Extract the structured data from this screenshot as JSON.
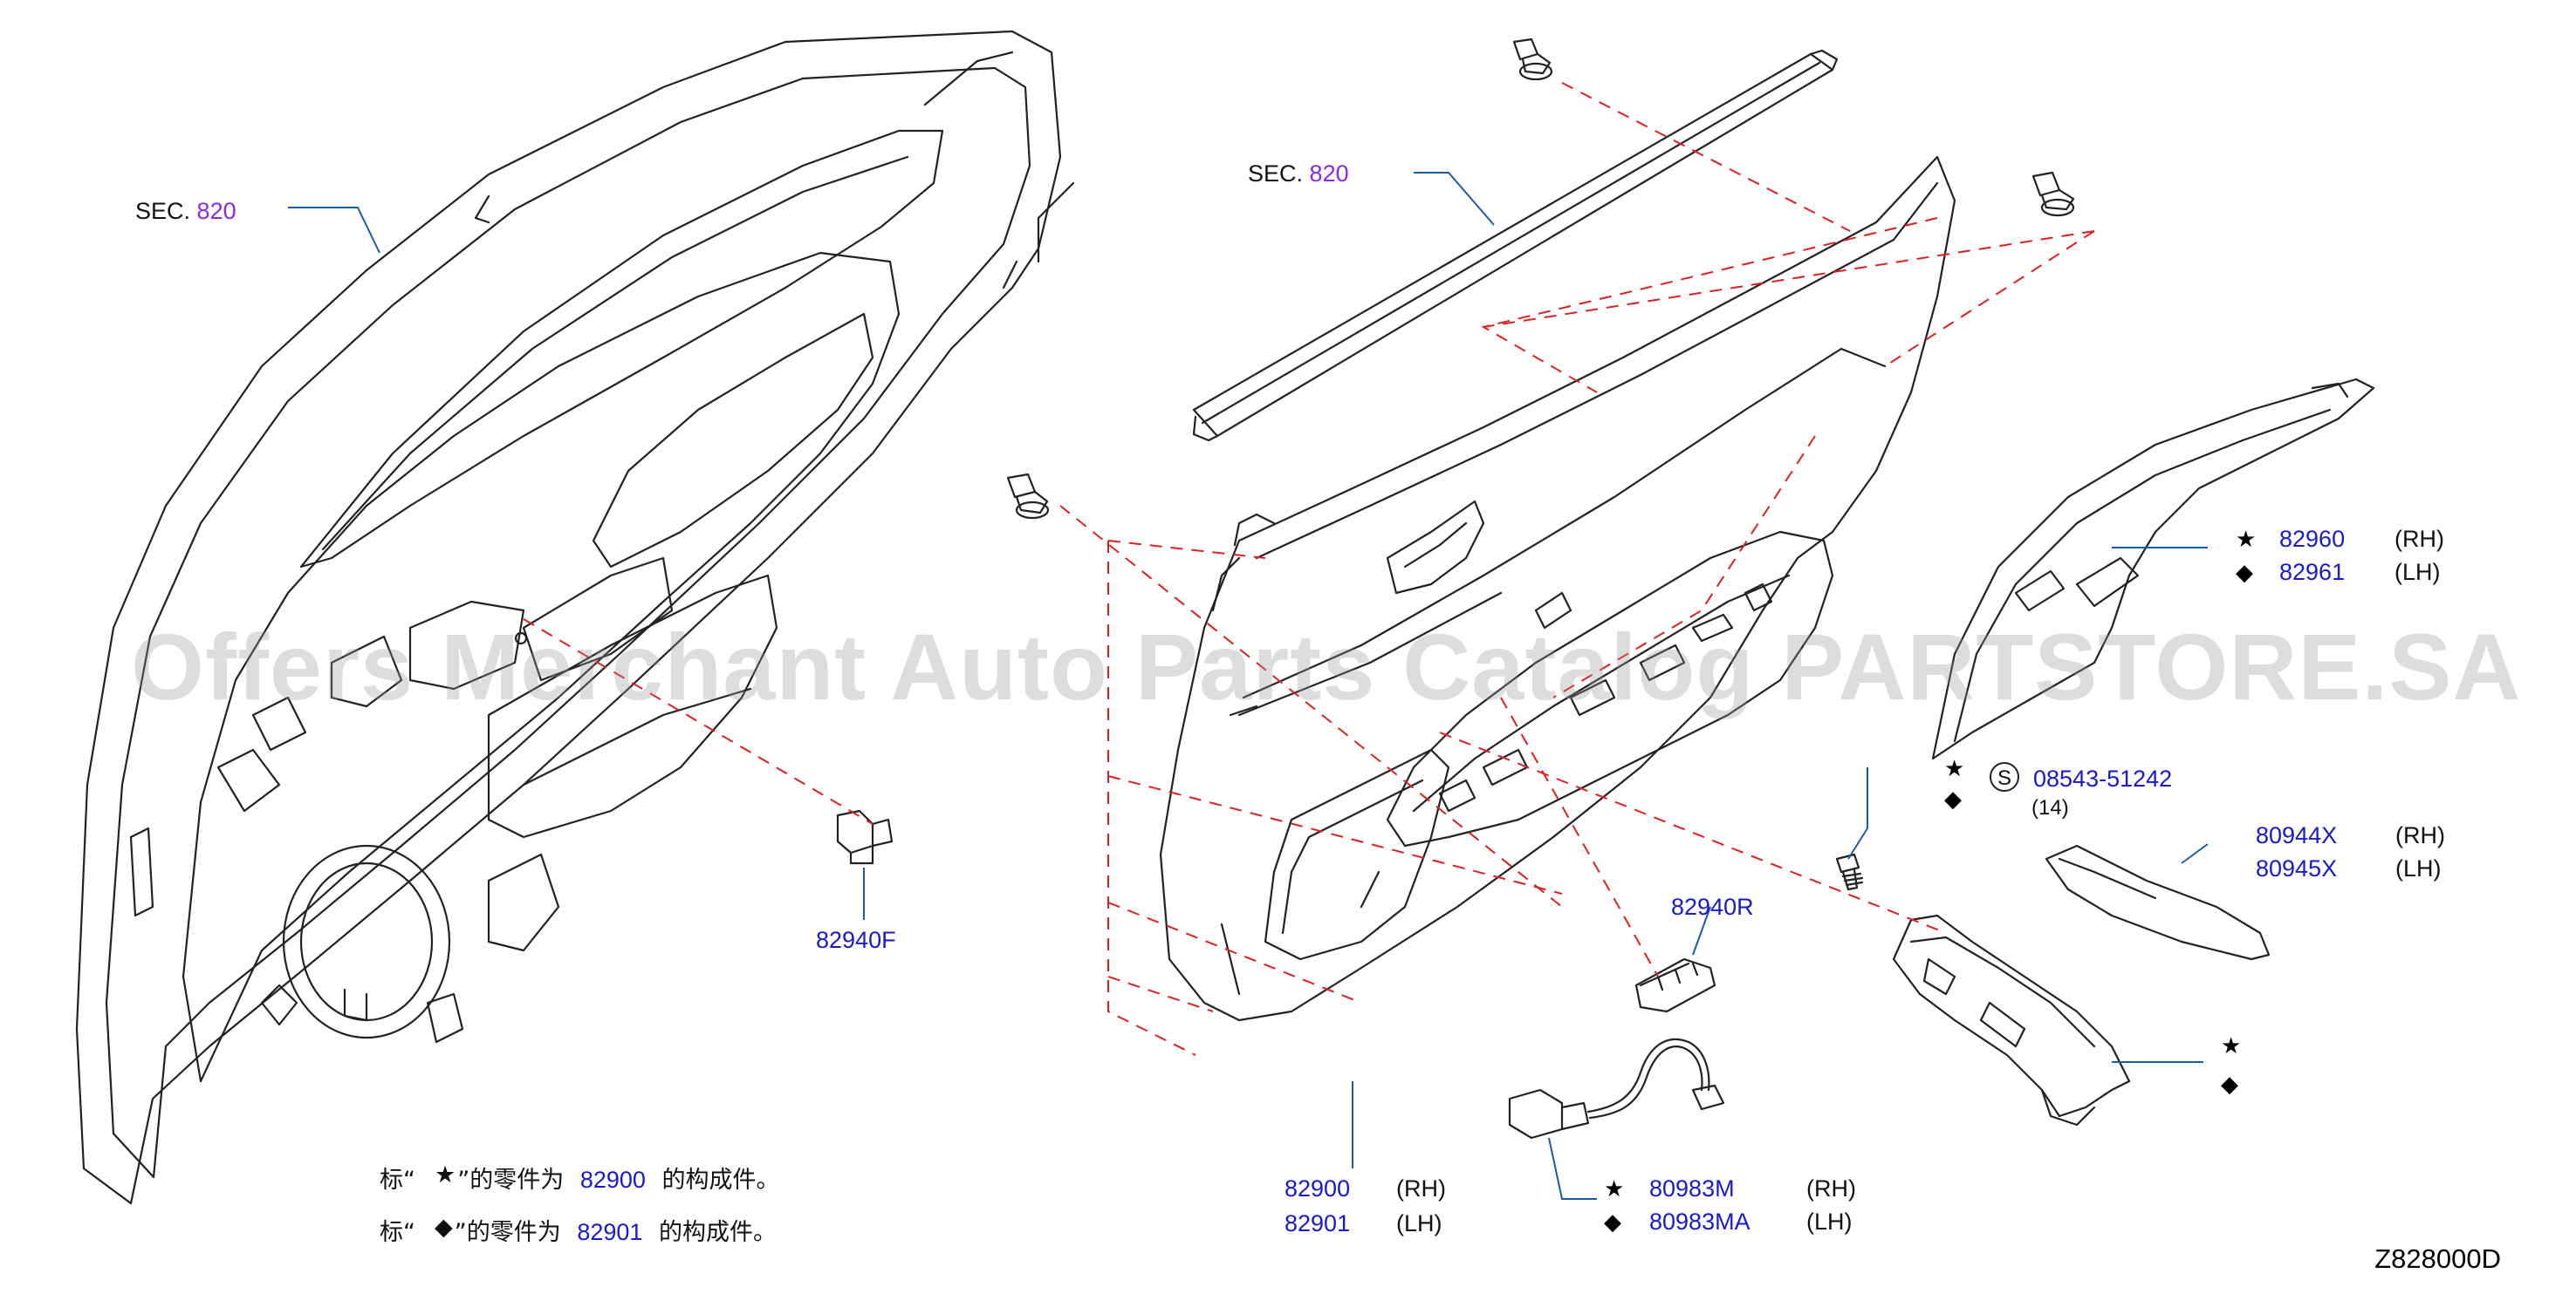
{
  "sections": [
    {
      "prefix": "SEC.",
      "number": "820"
    },
    {
      "prefix": "SEC.",
      "number": "820"
    }
  ],
  "parts": {
    "clip": "82940F",
    "clip_r": "82940R",
    "panel_rh": "82900",
    "panel_lh": "82901",
    "finisher_rh": "82960",
    "finisher_lh": "82961",
    "screw": "08543-51242",
    "screw_qty": "(14)",
    "screw_circle": "S",
    "grip_rh": "80944X",
    "grip_lh": "80945X",
    "harness_rh": "80983M",
    "harness_lh": "80983MA"
  },
  "sides": {
    "rh": "(RH)",
    "lh": "(LH)"
  },
  "symbols": {
    "star": "★",
    "diamond": "◆"
  },
  "notes": {
    "prefix": "标“",
    "mid": "”的零件为",
    "suffix": "的构成件。",
    "rh_part": "82900",
    "lh_part": "82901"
  },
  "watermark": "Offers Merchant Auto Parts Catalog PARTSTORE.SA",
  "diagram_id": "Z828000D",
  "colors": {
    "part_link": "#1a1acc",
    "section_link": "#8a2be2",
    "leader": "#1a5ca8",
    "dashed": "#e02020"
  }
}
